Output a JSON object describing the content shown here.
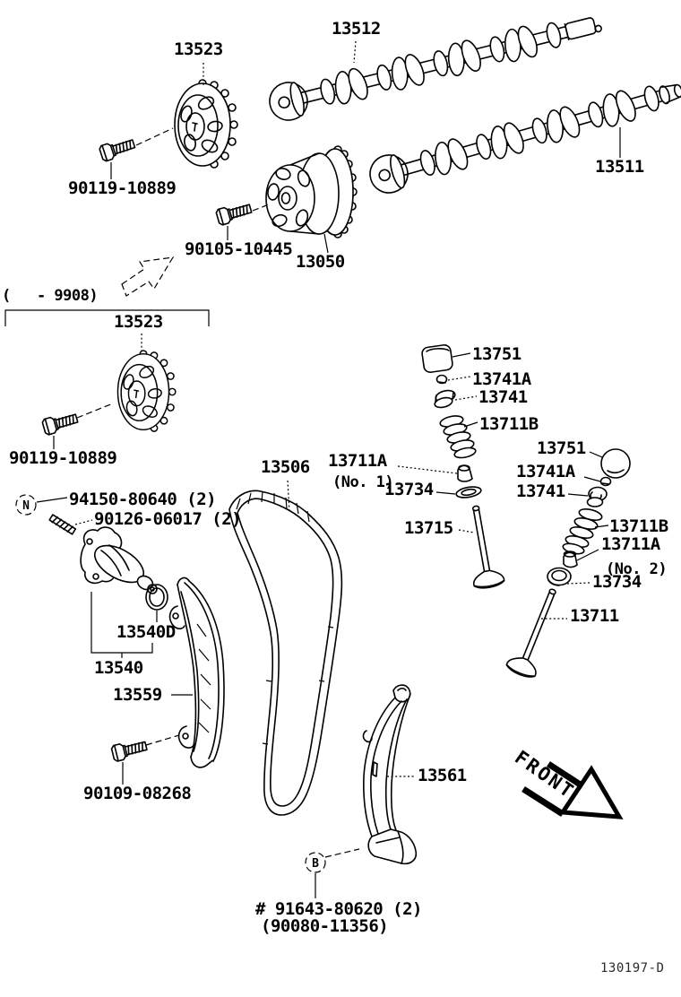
{
  "colors": {
    "background": "#ffffff",
    "line": "#000000"
  },
  "labels": {
    "front": "FRONT",
    "marker_n": "N",
    "marker_b": "B",
    "note_early_range": "(   - 9908)",
    "cam_sprocket": "13523",
    "cam_sprocket_bolt": "90119-10889",
    "camshaft_no2": "13512",
    "camshaft_no1": "13511",
    "cam_timing_gear_bolt": "90105-10445",
    "cam_timing_gear": "13050",
    "cam_sprocket_early": "13523",
    "cam_sprocket_bolt_early": "90119-10889",
    "chain": "13506",
    "seal_no1": "13711A",
    "seal_no1_note": "(No. 1)",
    "seat_intake": "13734",
    "lifter_intake": "13751",
    "keeper_intake": "13741A",
    "retainer_intake": "13741",
    "spring_intake": "13711B",
    "valve_intake": "13715",
    "lifter_exhaust": "13751",
    "keeper_exhaust": "13741A",
    "retainer_exhaust": "13741",
    "spring_exhaust": "13711B",
    "seal_no2": "13711A",
    "seal_no2_note": "(No. 2)",
    "seat_exhaust": "13734",
    "valve_exhaust": "13711",
    "tensioner_nut": "94150-80640 (2)",
    "tensioner_stud": "90126-06017 (2)",
    "tensioner_oring": "13540D",
    "tensioner": "13540",
    "chain_guide": "13559",
    "guide_bolt": "90109-08268",
    "chain_damper": "13561",
    "damper_bolt": "# 91643-80620 (2)",
    "damper_bolt_sub": "(90080-11356)",
    "doc_code": "130197-D"
  }
}
